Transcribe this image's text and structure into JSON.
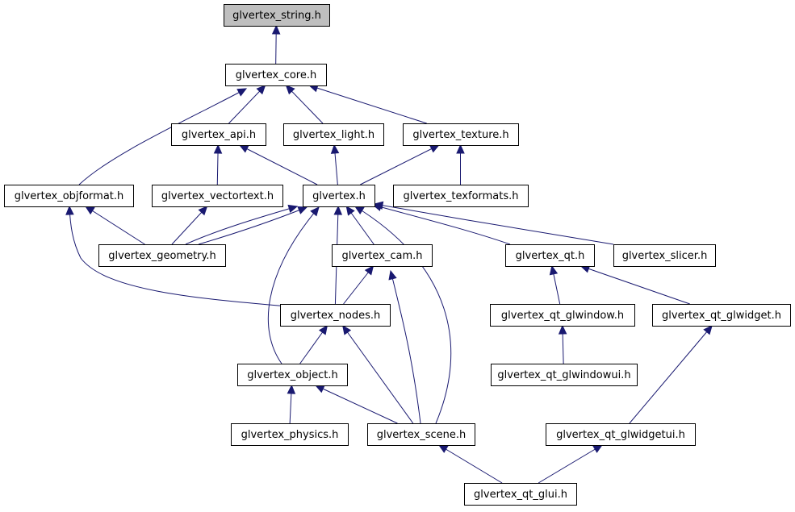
{
  "diagram": {
    "type": "include-dependency-graph",
    "colors": {
      "edge": "#191970",
      "root_fill": "#bfbfbf",
      "node_fill": "#ffffff",
      "node_border": "#000000"
    },
    "nodes": [
      {
        "id": "string",
        "label": "glvertex_string.h",
        "root": true
      },
      {
        "id": "core",
        "label": "glvertex_core.h"
      },
      {
        "id": "api",
        "label": "glvertex_api.h"
      },
      {
        "id": "light",
        "label": "glvertex_light.h"
      },
      {
        "id": "texture",
        "label": "glvertex_texture.h"
      },
      {
        "id": "objformat",
        "label": "glvertex_objformat.h"
      },
      {
        "id": "vectortext",
        "label": "glvertex_vectortext.h"
      },
      {
        "id": "glvertex",
        "label": "glvertex.h"
      },
      {
        "id": "texformats",
        "label": "glvertex_texformats.h"
      },
      {
        "id": "geometry",
        "label": "glvertex_geometry.h"
      },
      {
        "id": "cam",
        "label": "glvertex_cam.h"
      },
      {
        "id": "qt",
        "label": "glvertex_qt.h"
      },
      {
        "id": "slicer",
        "label": "glvertex_slicer.h"
      },
      {
        "id": "nodes",
        "label": "glvertex_nodes.h"
      },
      {
        "id": "qt_glwindow",
        "label": "glvertex_qt_glwindow.h"
      },
      {
        "id": "qt_glwidget",
        "label": "glvertex_qt_glwidget.h"
      },
      {
        "id": "object",
        "label": "glvertex_object.h"
      },
      {
        "id": "qt_glwindowui",
        "label": "glvertex_qt_glwindowui.h"
      },
      {
        "id": "physics",
        "label": "glvertex_physics.h"
      },
      {
        "id": "scene",
        "label": "glvertex_scene.h"
      },
      {
        "id": "qt_glwidgetui",
        "label": "glvertex_qt_glwidgetui.h"
      },
      {
        "id": "qt_glui",
        "label": "glvertex_qt_glui.h"
      }
    ],
    "edges": [
      {
        "from": "core",
        "to": "string"
      },
      {
        "from": "api",
        "to": "core"
      },
      {
        "from": "light",
        "to": "core"
      },
      {
        "from": "texture",
        "to": "core"
      },
      {
        "from": "objformat",
        "to": "core"
      },
      {
        "from": "vectortext",
        "to": "api"
      },
      {
        "from": "glvertex",
        "to": "api"
      },
      {
        "from": "glvertex",
        "to": "light"
      },
      {
        "from": "glvertex",
        "to": "texture"
      },
      {
        "from": "texformats",
        "to": "texture"
      },
      {
        "from": "geometry",
        "to": "objformat"
      },
      {
        "from": "geometry",
        "to": "vectortext"
      },
      {
        "from": "geometry",
        "to": "glvertex"
      },
      {
        "from": "glvertex",
        "to": "geometry"
      },
      {
        "from": "cam",
        "to": "glvertex"
      },
      {
        "from": "nodes",
        "to": "glvertex"
      },
      {
        "from": "object",
        "to": "glvertex"
      },
      {
        "from": "scene",
        "to": "glvertex"
      },
      {
        "from": "qt",
        "to": "glvertex"
      },
      {
        "from": "slicer",
        "to": "glvertex"
      },
      {
        "from": "nodes",
        "to": "objformat"
      },
      {
        "from": "nodes",
        "to": "cam"
      },
      {
        "from": "scene",
        "to": "cam"
      },
      {
        "from": "object",
        "to": "nodes"
      },
      {
        "from": "scene",
        "to": "nodes"
      },
      {
        "from": "physics",
        "to": "object"
      },
      {
        "from": "scene",
        "to": "object"
      },
      {
        "from": "qt_glwindow",
        "to": "qt"
      },
      {
        "from": "qt_glwidget",
        "to": "qt"
      },
      {
        "from": "qt_glwindowui",
        "to": "qt_glwindow"
      },
      {
        "from": "qt_glwidgetui",
        "to": "qt_glwidget"
      },
      {
        "from": "qt_glui",
        "to": "scene"
      },
      {
        "from": "qt_glui",
        "to": "qt_glwidgetui"
      }
    ]
  }
}
